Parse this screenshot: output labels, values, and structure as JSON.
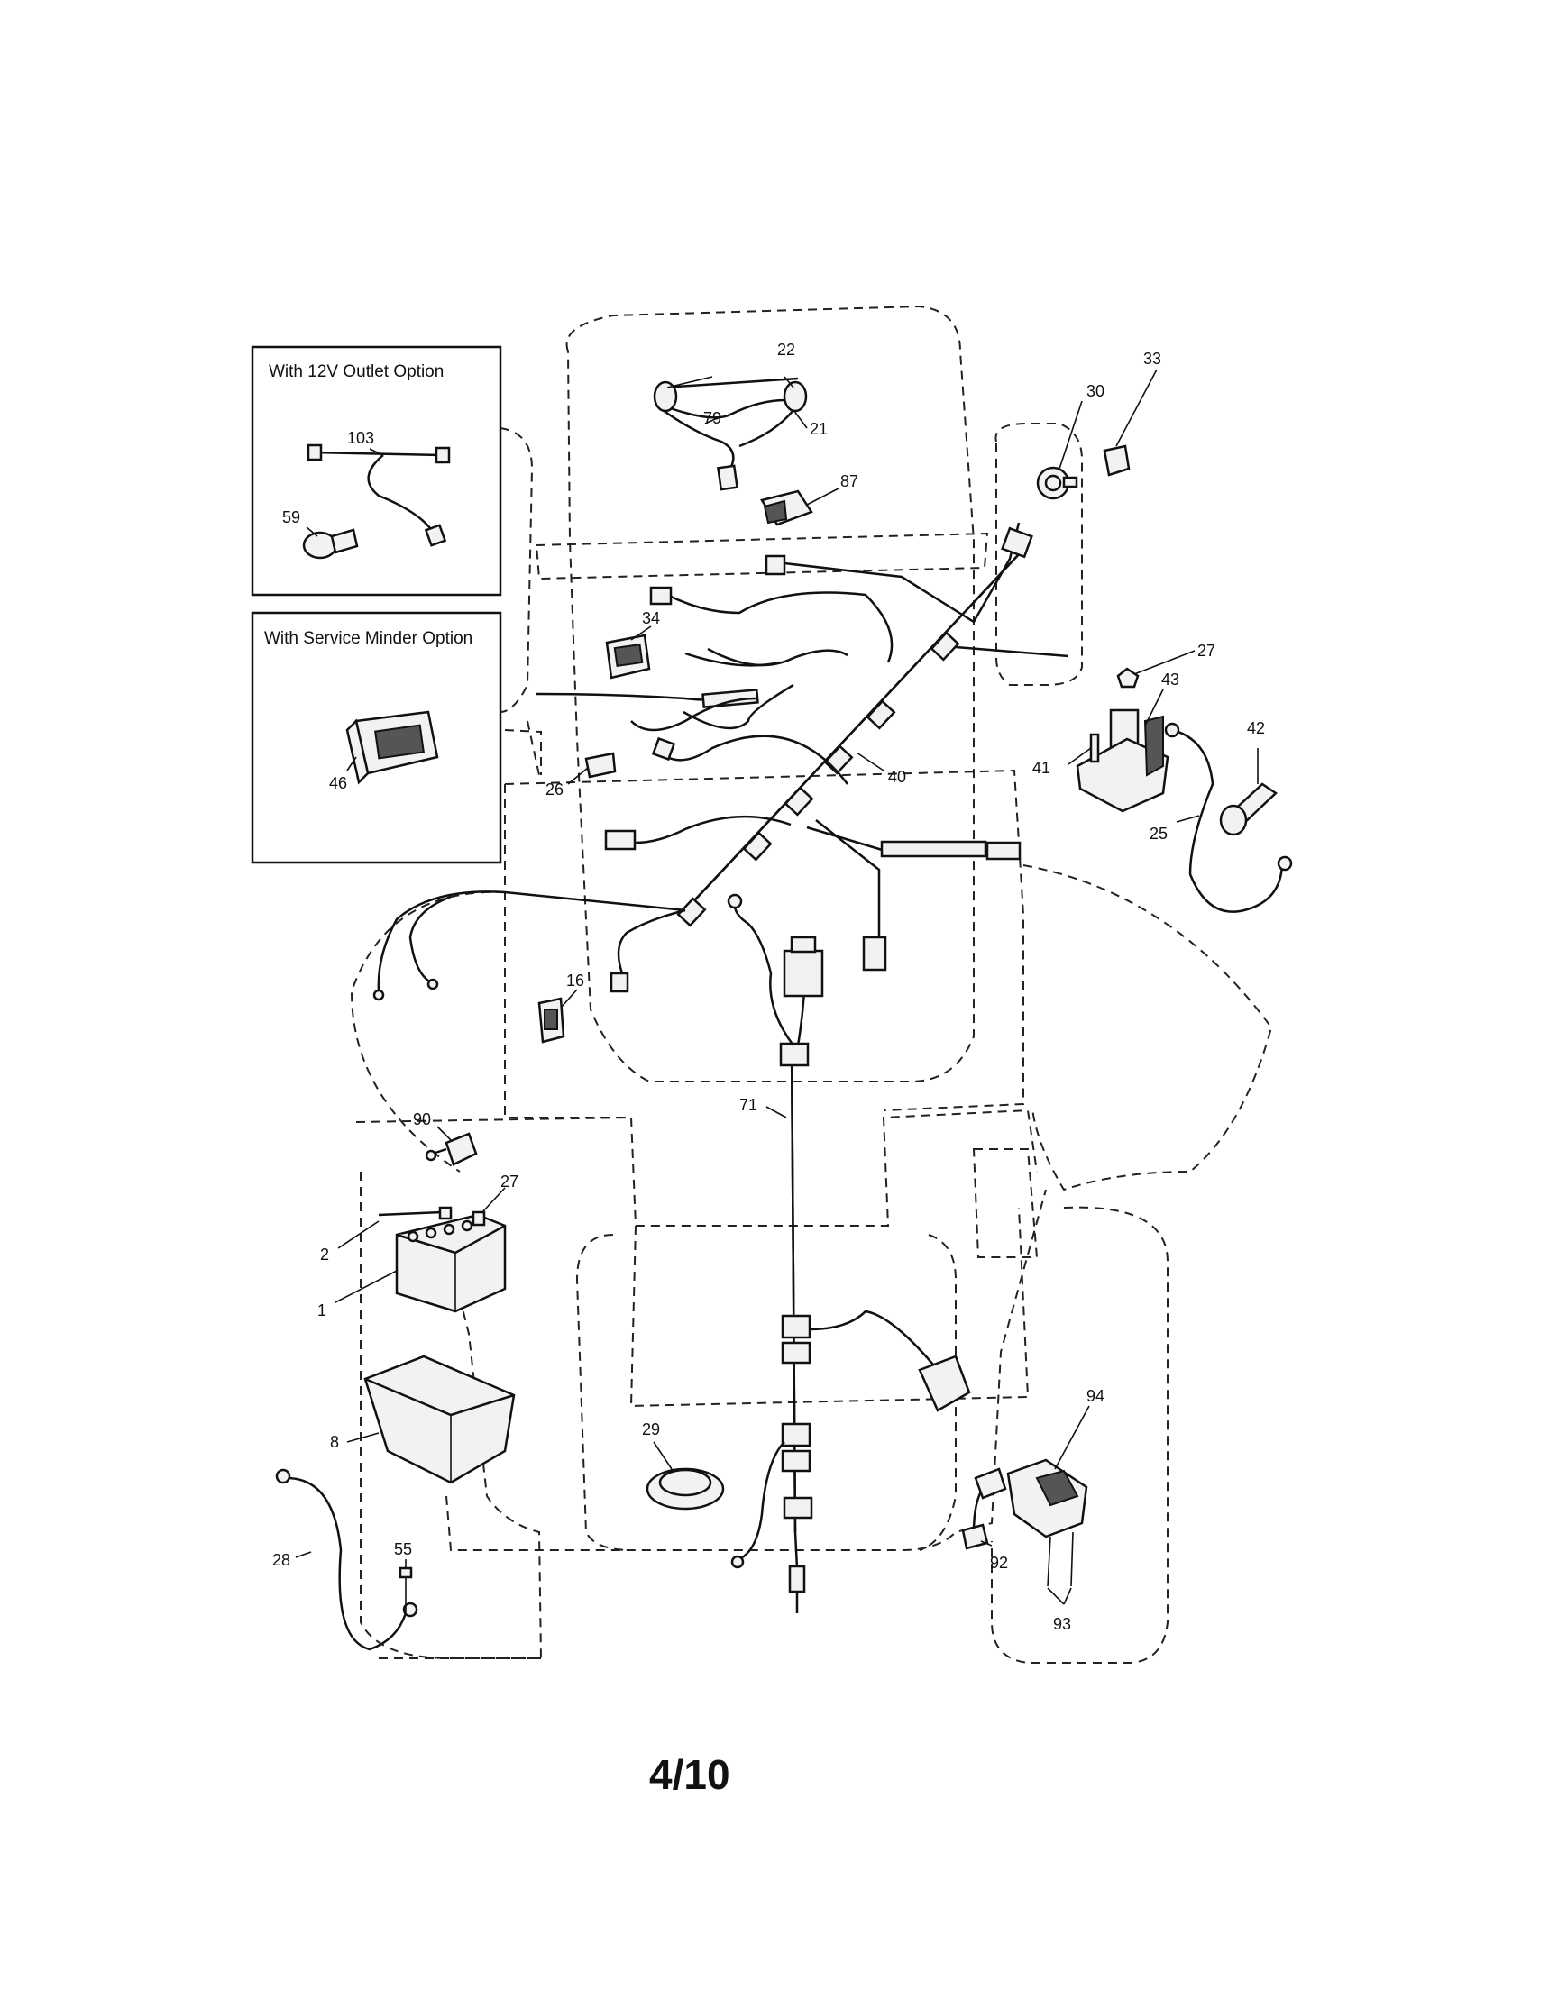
{
  "insets": {
    "outlet_option_title": "With 12V Outlet Option",
    "service_minder_title": "With Service Minder Option"
  },
  "callouts": {
    "c1": "1",
    "c2": "2",
    "c8": "8",
    "c16": "16",
    "c21": "21",
    "c22": "22",
    "c25": "25",
    "c26": "26",
    "c27a": "27",
    "c27b": "27",
    "c28": "28",
    "c29": "29",
    "c30": "30",
    "c33": "33",
    "c34": "34",
    "c40": "40",
    "c41": "41",
    "c42": "42",
    "c43": "43",
    "c46": "46",
    "c55": "55",
    "c59": "59",
    "c71": "71",
    "c79": "79",
    "c87": "87",
    "c90": "90",
    "c92": "92",
    "c93": "93",
    "c94": "94",
    "c103": "103"
  },
  "page_number": "4/10"
}
